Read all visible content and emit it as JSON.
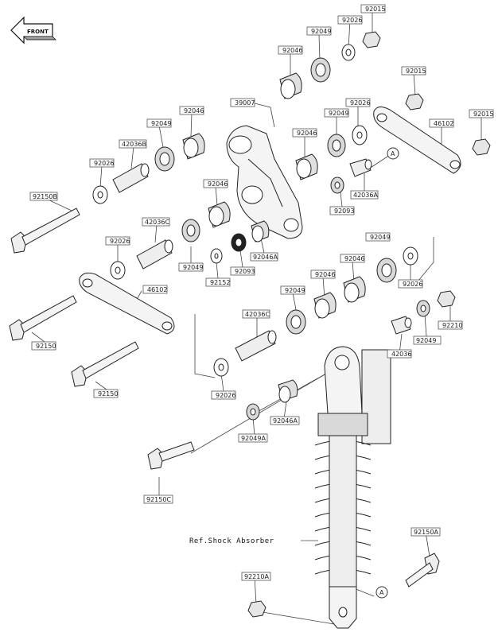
{
  "diagram": {
    "front_label": "FRONT",
    "ref_label": "Ref.Shock Absorber",
    "circle_marker": "A",
    "part_numbers": [
      "92015",
      "92026",
      "92049",
      "92046",
      "92015",
      "92015",
      "39007",
      "92026",
      "46102",
      "92046",
      "92049",
      "92049",
      "92046",
      "42036B",
      "92026",
      "92150B",
      "92046",
      "42036A",
      "92093",
      "42036C",
      "92026",
      "92152",
      "92049",
      "92093",
      "92046A",
      "92049",
      "92046",
      "92046",
      "92049",
      "92026",
      "46102",
      "92150",
      "42036C",
      "92049",
      "92210",
      "92150",
      "42036",
      "92026",
      "92046A",
      "92049A",
      "92150C",
      "92150A",
      "92210A"
    ]
  },
  "colors": {
    "line": "#222222",
    "part_fill": "#f4f4f4",
    "shade": "#d9d9d9"
  }
}
